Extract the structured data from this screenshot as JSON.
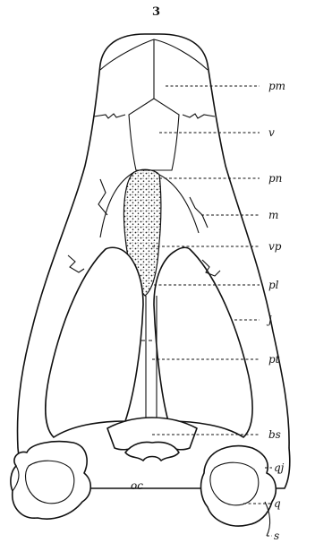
{
  "figure": {
    "number": "3",
    "labels": [
      {
        "id": "pm",
        "text": "pm"
      },
      {
        "id": "v",
        "text": "v"
      },
      {
        "id": "pn",
        "text": "pn"
      },
      {
        "id": "m",
        "text": "m"
      },
      {
        "id": "vp",
        "text": "vp"
      },
      {
        "id": "pl",
        "text": "pl"
      },
      {
        "id": "j",
        "text": "j"
      },
      {
        "id": "pt",
        "text": "pt"
      },
      {
        "id": "bs",
        "text": "bs"
      },
      {
        "id": "qj",
        "text": "qj"
      },
      {
        "id": "q",
        "text": "q"
      },
      {
        "id": "s",
        "text": "s"
      }
    ],
    "oc_label": "oc"
  }
}
